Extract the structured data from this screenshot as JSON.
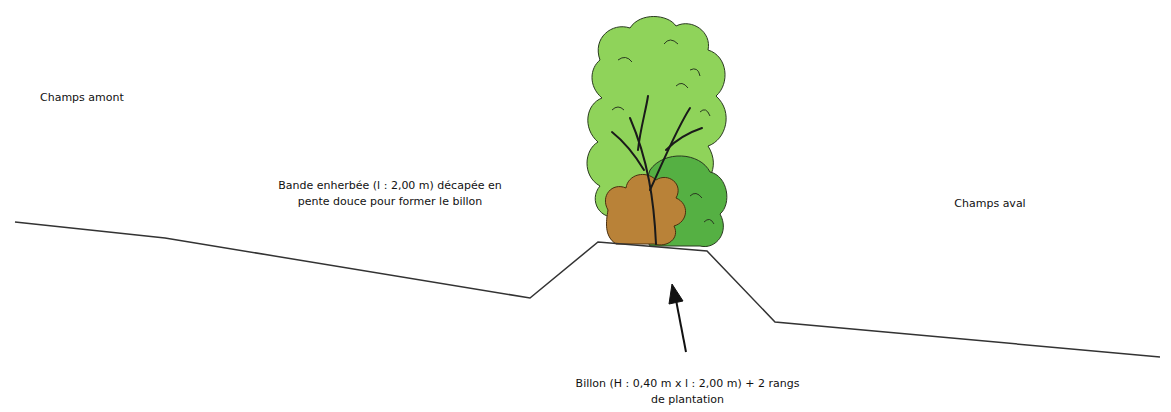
{
  "diagram": {
    "labels": [
      "Champs amont",
      "Bande enherbée (l : 2,00 m) décapée en pente douce pour former le billon",
      "Champs aval",
      "Billon (H : 0,40 m x l : 2,00 m) + 2 rangs de plantation"
    ]
  }
}
